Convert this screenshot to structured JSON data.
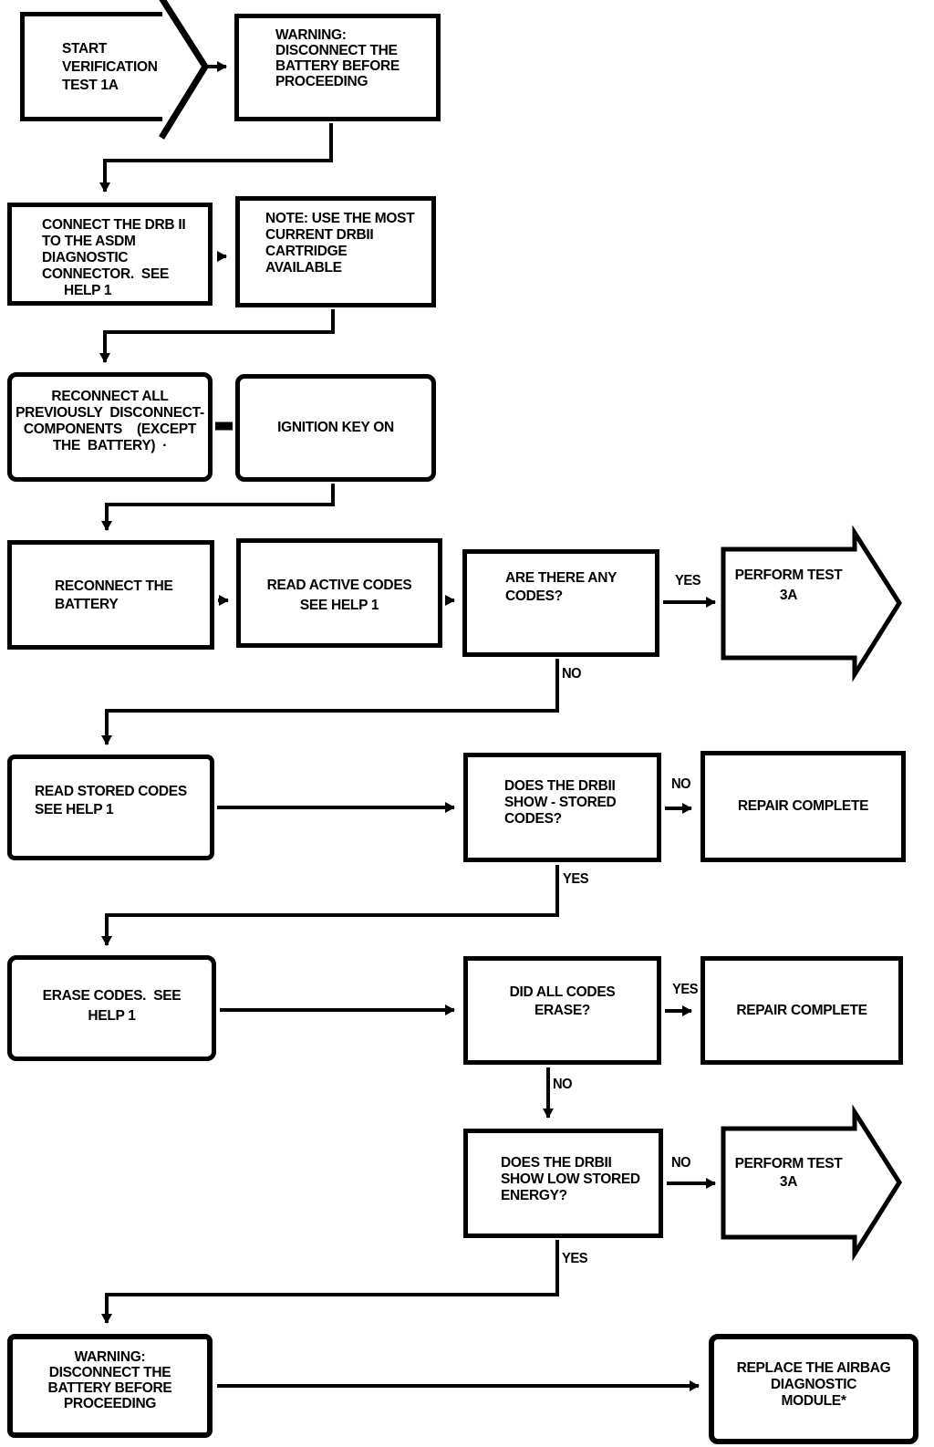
{
  "flowchart": {
    "nodes": {
      "start": "START\nVERIFICATION\nTEST 1A",
      "warning_top": "WARNING:\nDISCONNECT THE\nBATTERY BEFORE\nPROCEEDING",
      "connect_drb": "CONNECT THE DRB II\nTO THE ASDM\nDIAGNOSTIC\nCONNECTOR.  SEE\n      HELP 1",
      "note_cartridge": "NOTE: USE THE MOST\nCURRENT DRBII\nCARTRIDGE\nAVAILABLE",
      "reconnect_all": "RECONNECT ALL\nPREVIOUSLY  DISCONNECT-\nCOMPONENTS    (EXCEPT\nTHE  BATTERY)  ·",
      "ignition": "IGNITION KEY ON",
      "reconnect_battery": "RECONNECT THE\nBATTERY",
      "read_active": "READ ACTIVE CODES\nSEE HELP 1",
      "any_codes": "ARE THERE ANY\nCODES?",
      "perform_3a_top": "PERFORM TEST\n3A",
      "read_stored": "READ STORED CODES\nSEE HELP 1",
      "show_stored": "DOES THE DRBII\nSHOW - STORED\nCODES?",
      "repair_complete_1": "REPAIR COMPLETE",
      "erase_codes": "ERASE CODES.  SEE\nHELP 1",
      "did_erase": "DID ALL CODES\nERASE?",
      "repair_complete_2": "REPAIR COMPLETE",
      "low_energy": "DOES THE DRBII\nSHOW LOW STORED\nENERGY?",
      "perform_3a_bottom": "PERFORM TEST\n3A",
      "warning_bottom": "WARNING:\nDISCONNECT THE\nBATTERY BEFORE\nPROCEEDING",
      "replace_module": "REPLACE THE AIRBAG\nDIAGNOSTIC\nMODULE*"
    },
    "labels": {
      "yes": "YES",
      "no": "NO"
    },
    "colors": {
      "ink": "#000000",
      "paper": "#ffffff"
    }
  }
}
